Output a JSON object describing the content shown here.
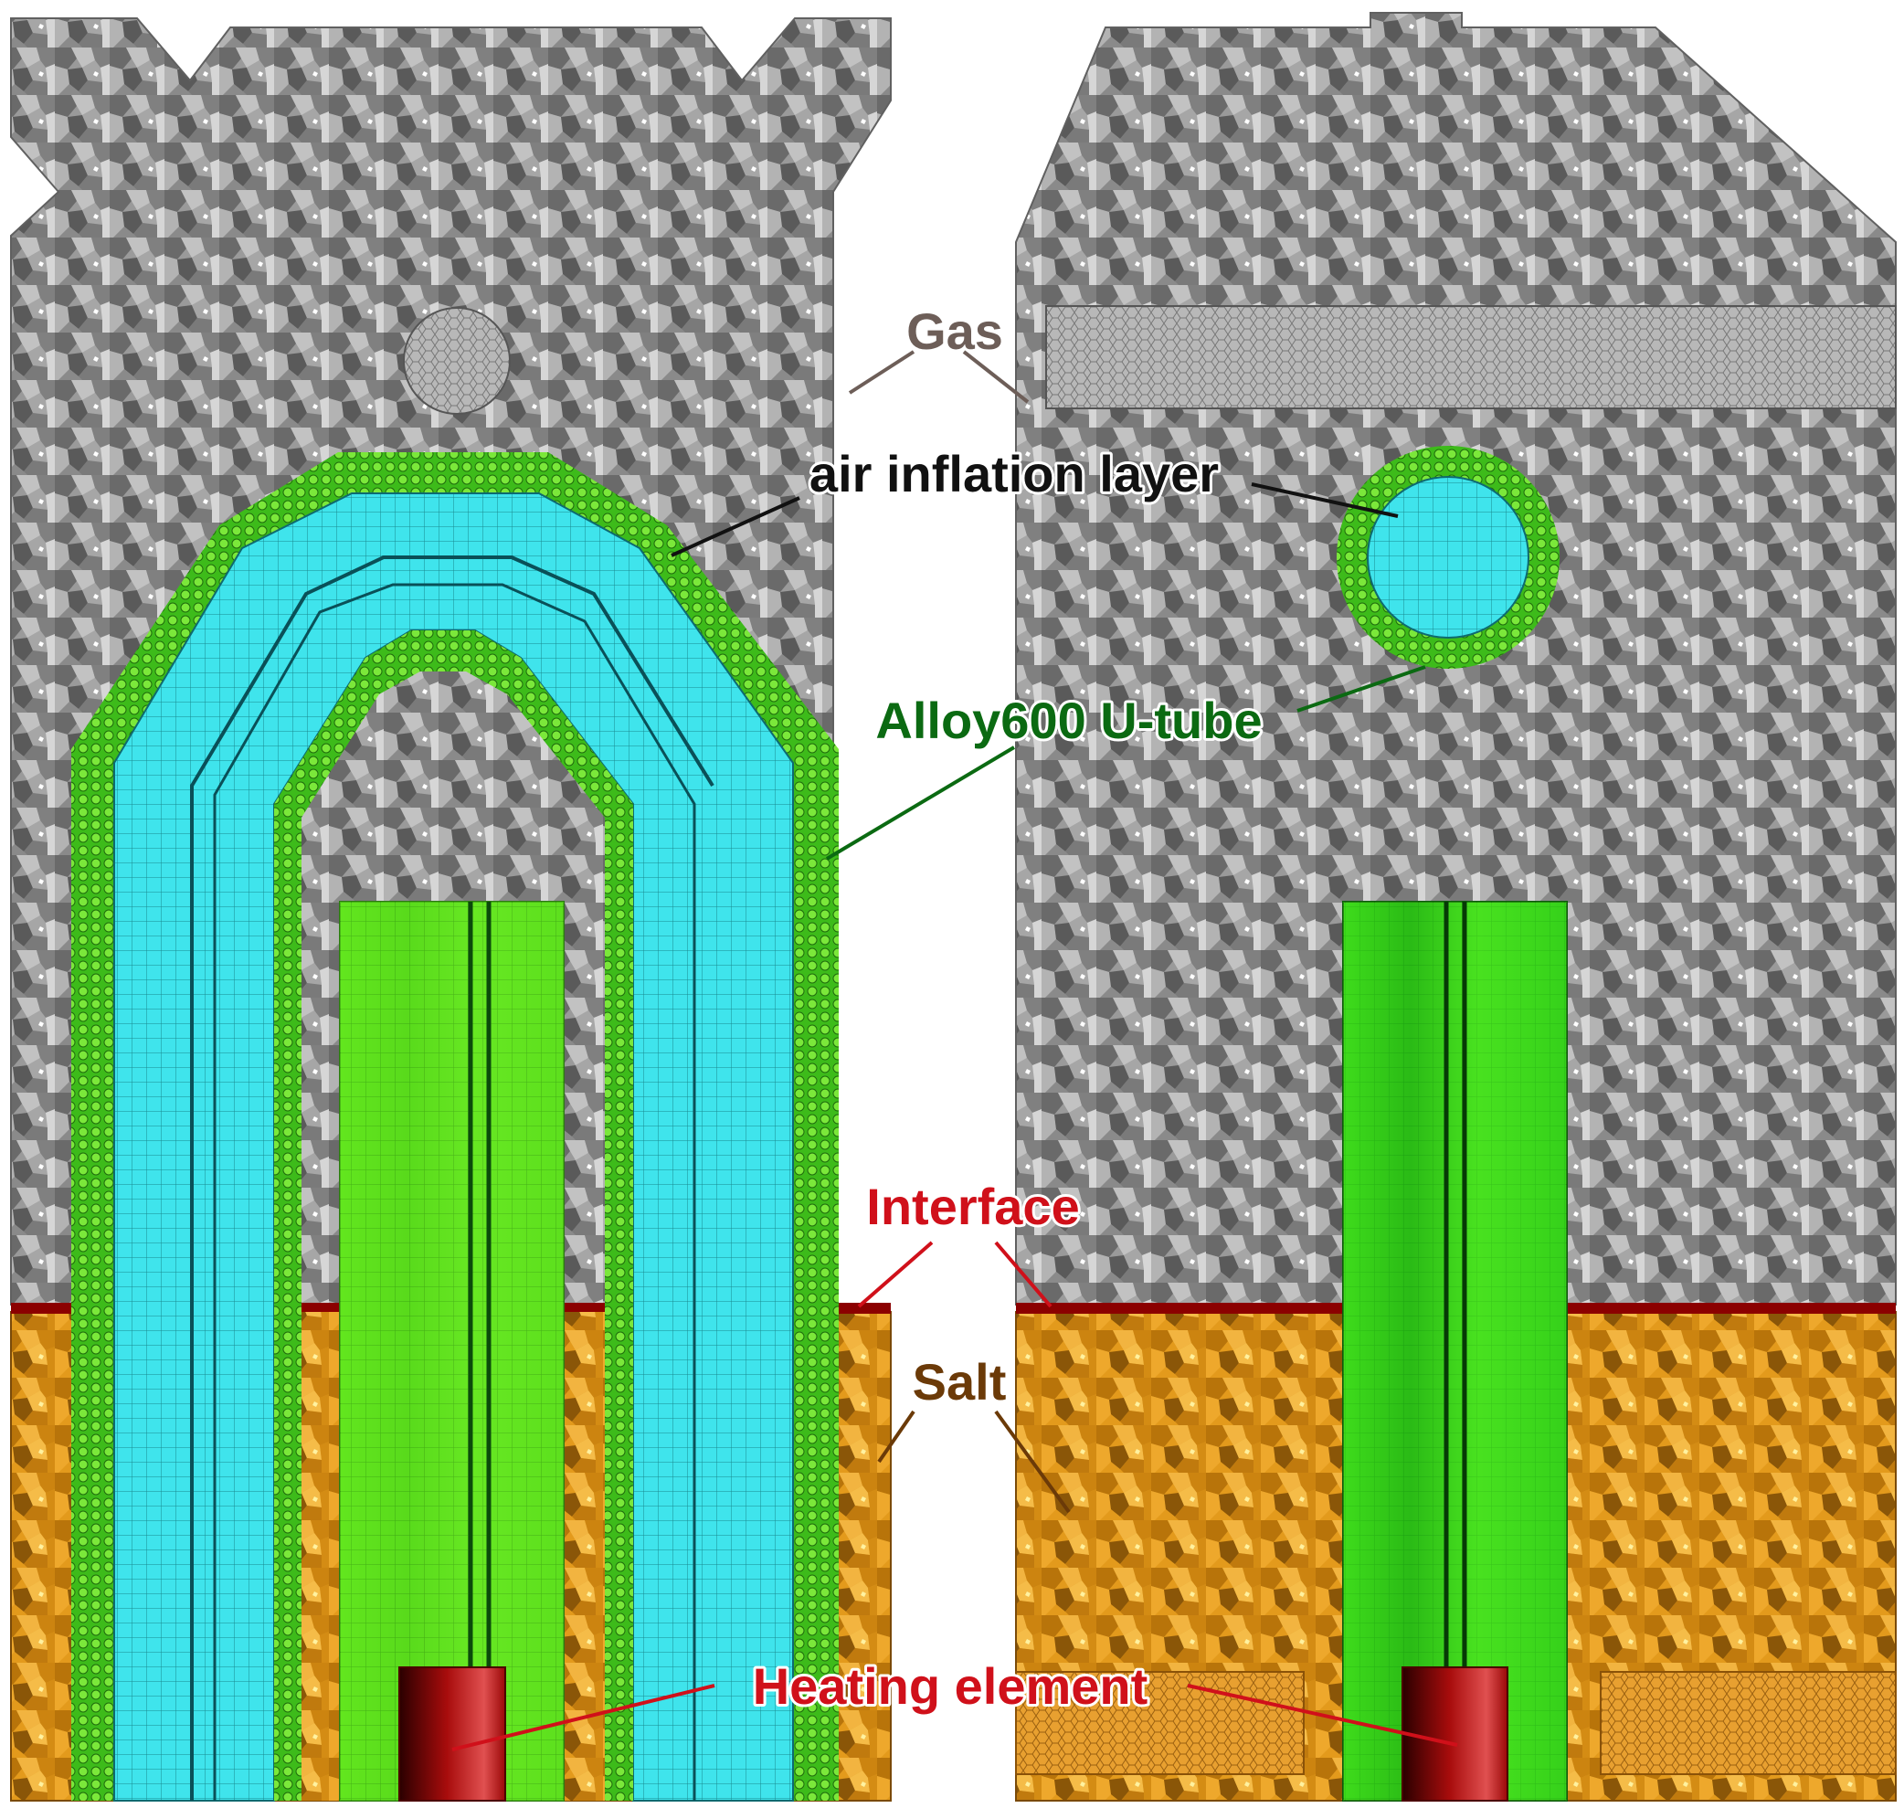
{
  "labels": {
    "gas": "Gas",
    "air_inflation_layer": "air inflation layer",
    "u_tube": "Alloy600 U-tube",
    "interface": "Interface",
    "salt": "Salt",
    "heating_element": "Heating element"
  },
  "colors": {
    "gas_mesh": "#8c8c8c",
    "salt_mesh": "#e59a14",
    "interface": "#8b0000",
    "alloy600_tube": "#5fd62a",
    "air_layer": "#3fe6ee",
    "inner_green": "#5fe81c",
    "heater": "#b01010",
    "gas_label": "#6d5e58",
    "air_label": "#111111",
    "tube_label": "#0b6a12",
    "interface_label": "#d0101a",
    "salt_label": "#6b3a08",
    "heater_label": "#d0101a"
  }
}
